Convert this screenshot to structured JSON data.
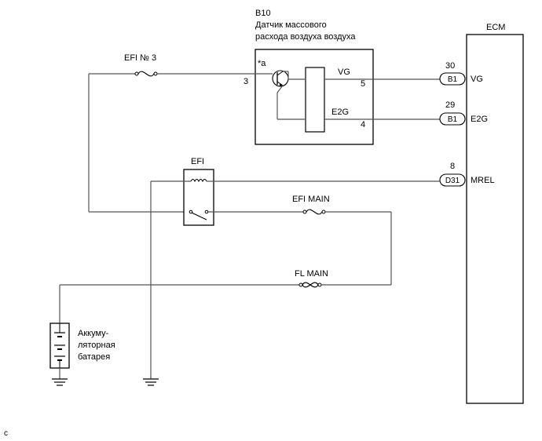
{
  "sensor": {
    "id": "B10",
    "title_line1": "Датчик массового",
    "title_line2": "расхода воздуха воздуха",
    "marker": "*a",
    "vg_label": "VG",
    "e2g_label": "E2G",
    "pin_input": "3",
    "pin_vg": "5",
    "pin_e2g": "4"
  },
  "ecm": {
    "title": "ECM",
    "terminals": [
      {
        "pin": "30",
        "connector": "B1",
        "signal": "VG"
      },
      {
        "pin": "29",
        "connector": "B1",
        "signal": "E2G"
      },
      {
        "pin": "8",
        "connector": "D31",
        "signal": "MREL"
      }
    ]
  },
  "relay": {
    "label": "EFI"
  },
  "fuses": {
    "efi_no3": "EFI № 3",
    "efi_main": "EFI MAIN",
    "fl_main": "FL MAIN"
  },
  "battery": {
    "line1": "Аккуму-",
    "line2": "ляторная",
    "line3": "батарея"
  },
  "footnote": "c"
}
